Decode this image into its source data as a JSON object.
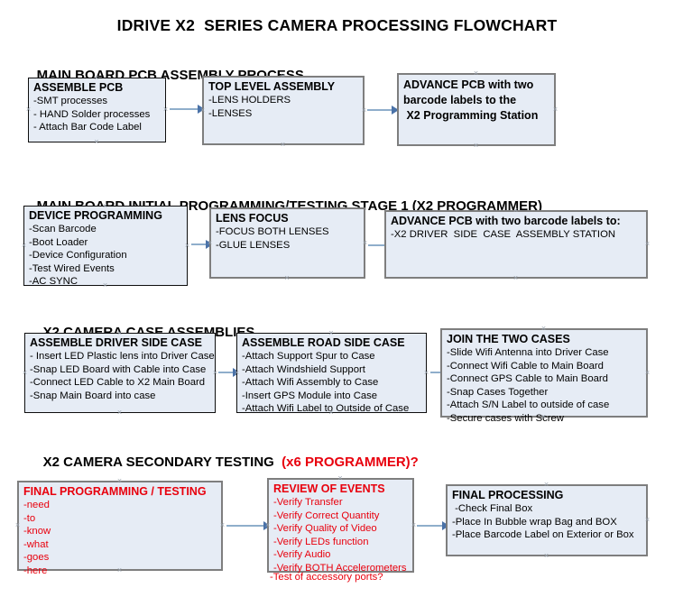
{
  "document": {
    "title": "IDRIVE X2  SERIES CAMERA PROCESSING FLOWCHART"
  },
  "colors": {
    "box_fill": "#e6ecf5",
    "box_border": "#0e0e0e",
    "box_border_thick": "#7e7e7e",
    "connector": "#8faecb",
    "arrow_head": "#4a72a8",
    "accent_red": "#e8000d",
    "text": "#000000"
  },
  "sections": [
    {
      "id": "pcb-assembly",
      "heading": "MAIN BOARD PCB ASSEMBLY PROCESS",
      "heading_accent": "",
      "nodes": [
        {
          "id": "assemble-pcb",
          "title": "ASSEMBLE PCB",
          "lines": [
            "-SMT processes",
            "- HAND Solder processes",
            "- Attach Bar Code Label"
          ]
        },
        {
          "id": "top-level-assembly",
          "title": "TOP LEVEL ASSEMBLY",
          "lines": [
            "-LENS HOLDERS",
            "-LENSES"
          ]
        },
        {
          "id": "advance-pcb-programming-station",
          "title": "",
          "head_lines": [
            "ADVANCE PCB with two",
            "barcode labels to the",
            " X2 Programming Station"
          ],
          "lines": []
        }
      ]
    },
    {
      "id": "initial-programming",
      "heading": "MAIN BOARD INITIAL PROGRAMMING/TESTING STAGE 1 (X2 PROGRAMMER)",
      "heading_accent": "",
      "nodes": [
        {
          "id": "device-programming",
          "title": "DEVICE PROGRAMMING",
          "lines": [
            "-Scan Barcode",
            "-Boot Loader",
            "-Device Configuration",
            "-Test Wired Events",
            "-AC SYNC"
          ]
        },
        {
          "id": "lens-focus",
          "title": "LENS FOCUS",
          "lines": [
            "-FOCUS BOTH LENSES",
            "-GLUE LENSES"
          ]
        },
        {
          "id": "advance-pcb-driver-side",
          "title": "ADVANCE PCB with two barcode labels to:",
          "lines": [
            "-X2 DRIVER  SIDE  CASE  ASSEMBLY STATION"
          ]
        }
      ]
    },
    {
      "id": "case-assemblies",
      "heading": "X2 CAMERA CASE ASSEMBLIES",
      "heading_accent": "",
      "nodes": [
        {
          "id": "assemble-driver-side-case",
          "title": "ASSEMBLE DRIVER SIDE CASE",
          "lines": [
            "- Insert LED Plastic lens into Driver Case",
            "-Snap LED Board with Cable into Case",
            "-Connect LED Cable to X2 Main Board",
            "-Snap Main Board into case"
          ]
        },
        {
          "id": "assemble-road-side-case",
          "title": "ASSEMBLE ROAD SIDE CASE",
          "lines": [
            "-Attach Support Spur to Case",
            "-Attach Windshield Support",
            "-Attach Wifi Assembly to Case",
            "-Insert GPS Module into Case",
            "-Attach Wifi Label to Outside of Case"
          ]
        },
        {
          "id": "join-the-two-cases",
          "title": "JOIN THE TWO CASES",
          "lines": [
            "-Slide Wifi Antenna into Driver Case",
            "-Connect Wifi Cable to Main Board",
            "-Connect GPS Cable to Main Board",
            "-Snap Cases Together",
            "-Attach S/N Label to outside of case",
            "-Secure cases with Screw"
          ]
        }
      ]
    },
    {
      "id": "secondary-testing",
      "heading": "X2 CAMERA SECONDARY TESTING  ",
      "heading_accent": "(x6 PROGRAMMER)?",
      "nodes": [
        {
          "id": "final-programming-testing",
          "title": "FINAL PROGRAMMING / TESTING",
          "lines": [
            "-need",
            "-to",
            "-know",
            "-what",
            "-goes",
            "-here"
          ]
        },
        {
          "id": "review-of-events",
          "title": "REVIEW OF EVENTS",
          "lines": [
            "-Verify Transfer",
            "-Verify Correct Quantity",
            "-Verify Quality of Video",
            "-Verify LEDs function",
            "-Verify Audio",
            "-Verify BOTH Accelerometers"
          ],
          "overflow_line": "-Test of accessory ports?"
        },
        {
          "id": "final-processing",
          "title": "FINAL PROCESSING",
          "lines": [
            " -Check Final Box",
            "-Place In Bubble wrap Bag and BOX",
            "-Place Barcode Label on Exterior or Box"
          ]
        }
      ]
    }
  ]
}
